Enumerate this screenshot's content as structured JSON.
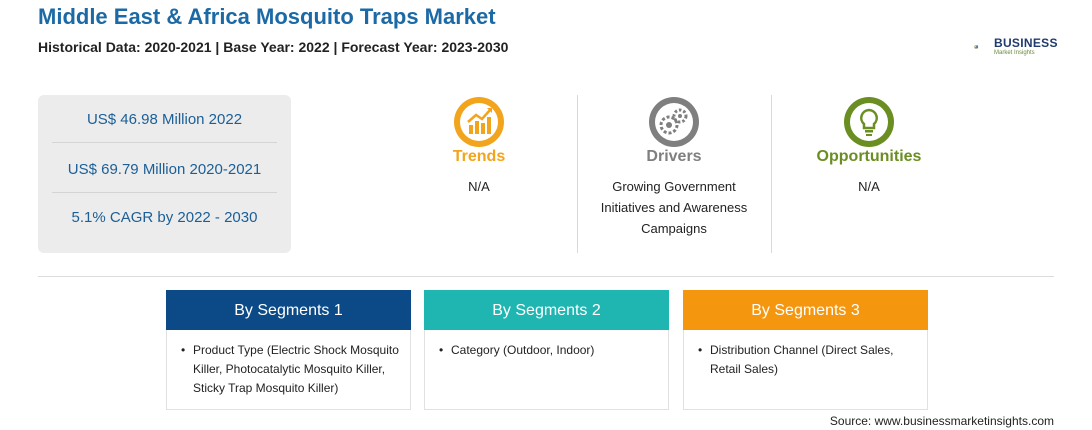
{
  "header": {
    "title": "Middle East & Africa Mosquito Traps Market",
    "subtitle": "Historical Data: 2020-2021 | Base Year: 2022 | Forecast Year: 2023-2030"
  },
  "logo": {
    "name": "BUSINESS",
    "tagline": "Market Insights",
    "icon": "bar-chart-globe-logo",
    "color": "#1f3b6e"
  },
  "stats": [
    "US$ 46.98 Million 2022",
    "US$ 69.79 Million 2020-2021",
    "5.1% CAGR by 2022 - 2030"
  ],
  "columns": [
    {
      "title": "Trends",
      "text": "N/A",
      "icon": "trend-chart-icon",
      "color": "#f2a51c"
    },
    {
      "title": "Drivers",
      "text": [
        "Growing Government",
        "Initiatives and Awareness",
        "Campaigns"
      ],
      "icon": "gears-icon",
      "color": "#7f7f7f"
    },
    {
      "title": "Opportunities",
      "text": "N/A",
      "icon": "lightbulb-icon",
      "color": "#6b8e23"
    }
  ],
  "segments": [
    {
      "header": "By Segments 1",
      "color": "#0b4a86",
      "lines": [
        "Product Type (Electric Shock Mosquito",
        "Killer, Photocatalytic Mosquito Killer,",
        "Sticky Trap Mosquito Killer)"
      ]
    },
    {
      "header": "By Segments 2",
      "color": "#1fb5b0",
      "lines": [
        "Category (Outdoor, Indoor)"
      ]
    },
    {
      "header": "By Segments 3",
      "color": "#f5960f",
      "lines": [
        "Distribution Channel (Direct Sales,",
        "Retail Sales)"
      ]
    }
  ],
  "bullet": "•",
  "source": "Source: www.businessmarketinsights.com"
}
